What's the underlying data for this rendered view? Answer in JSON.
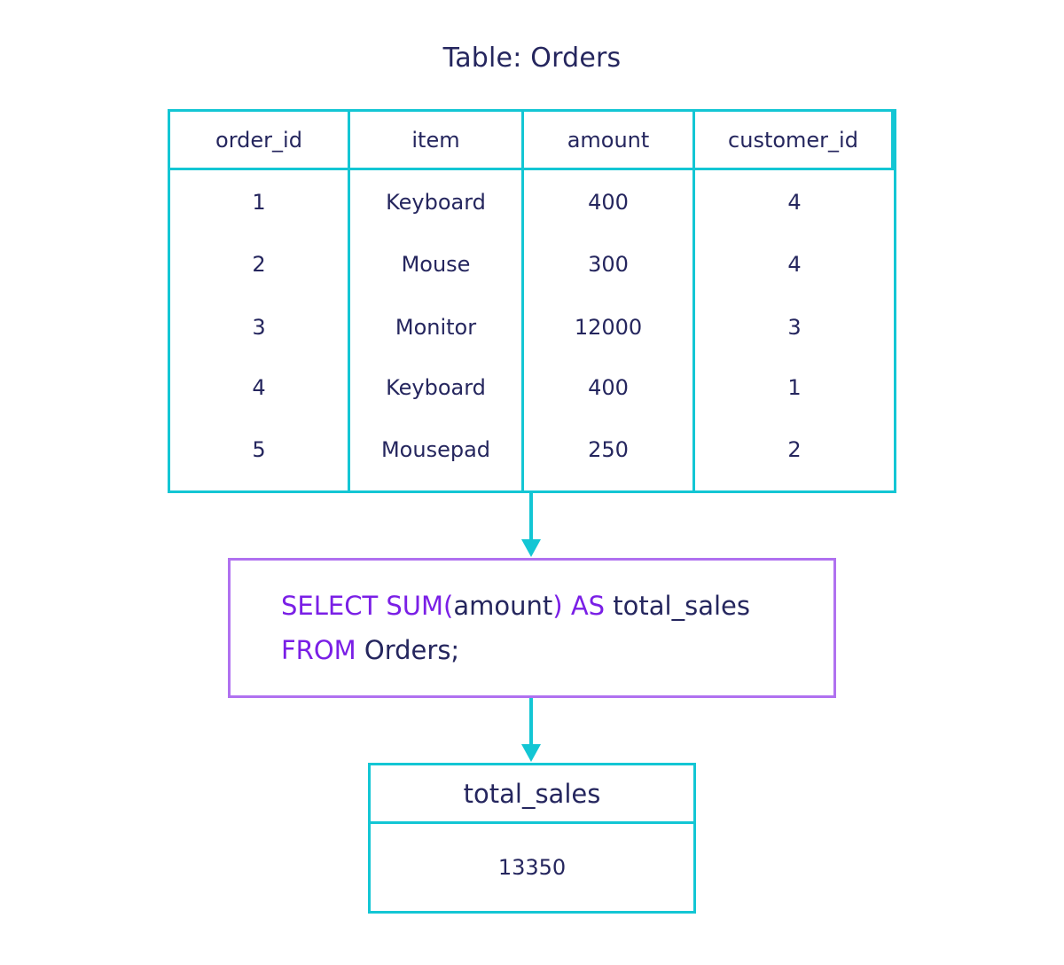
{
  "title": "Table: Orders",
  "orders": {
    "columns": [
      "order_id",
      "item",
      "amount",
      "customer_id"
    ],
    "rows": [
      [
        "1",
        "Keyboard",
        "400",
        "4"
      ],
      [
        "2",
        "Mouse",
        "300",
        "4"
      ],
      [
        "3",
        "Monitor",
        "12000",
        "3"
      ],
      [
        "4",
        "Keyboard",
        "400",
        "1"
      ],
      [
        "5",
        "Mousepad",
        "250",
        "2"
      ]
    ]
  },
  "query": {
    "line1": {
      "kw1": "SELECT SUM(",
      "t1": "amount",
      "kw2": ") AS",
      "t2": " total_sales"
    },
    "line2": {
      "kw1": "FROM",
      "t1": " Orders;"
    }
  },
  "result": {
    "column": "total_sales",
    "value": "13350"
  },
  "colors": {
    "table_border": "#13c6d4",
    "query_border": "#b071f0",
    "keyword": "#7a1fe6",
    "text": "#25265e",
    "arrow": "#13c6d4"
  }
}
